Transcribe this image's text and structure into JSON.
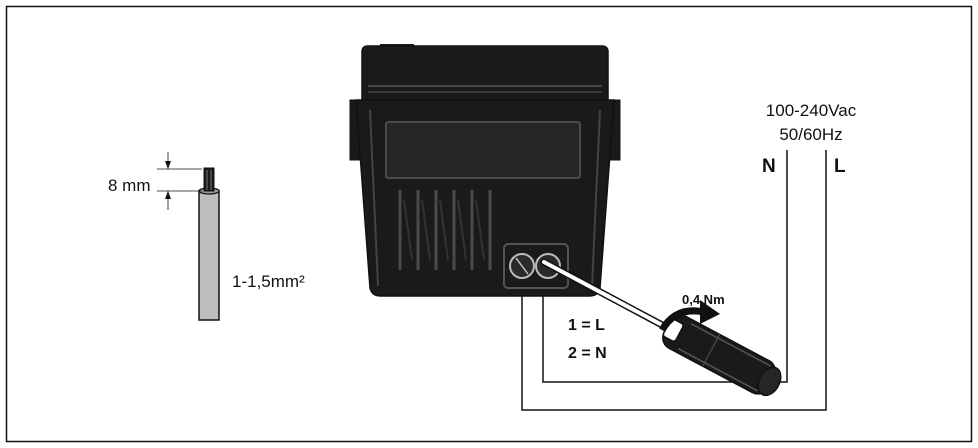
{
  "wire": {
    "strip_length": "8 mm",
    "cross_section": "1-1,5mm²"
  },
  "supply": {
    "voltage": "100-240Vac",
    "frequency": "50/60Hz",
    "neutral_label": "N",
    "line_label": "L"
  },
  "terminals": {
    "mapping_1": "1 = L",
    "mapping_2": "2 = N"
  },
  "torque": "0,4 Nm",
  "colors": {
    "line": "#111111",
    "device_body": "#1a1a1a",
    "wire_insulation": "#b8b8b8",
    "screwdriver_handle": "#1a1a1a"
  },
  "icons": [
    "wire-icon",
    "device-icon",
    "screwdriver-icon",
    "rotation-arrow-icon"
  ]
}
